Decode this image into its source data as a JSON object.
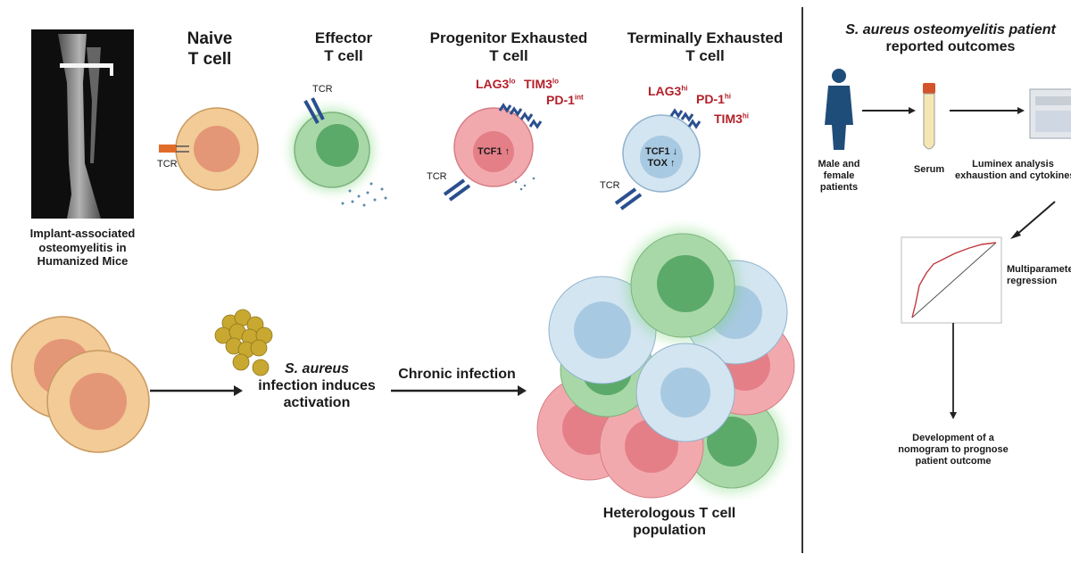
{
  "left": {
    "xray_caption_lines": [
      "Implant-associated",
      "osteomyelitis in",
      "Humanized Mice"
    ],
    "cells": [
      {
        "title_lines": [
          "Naive",
          "T cell"
        ],
        "tcr": "TCR"
      },
      {
        "title_lines": [
          "Effector",
          "T cell"
        ],
        "tcr": "TCR"
      },
      {
        "title_lines": [
          "Progenitor Exhausted",
          "T cell"
        ],
        "tcr": "TCR",
        "markers": [
          "LAG3",
          "TIM3",
          "PD-1"
        ],
        "marker_sups": [
          "lo",
          "lo",
          "int"
        ],
        "nucleus_lines": [
          "TCF1 ↑"
        ]
      },
      {
        "title_lines": [
          "Terminally Exhausted",
          "T cell"
        ],
        "tcr": "TCR",
        "markers": [
          "LAG3",
          "PD-1",
          "TIM3"
        ],
        "marker_sups": [
          "hi",
          "hi",
          "hi"
        ],
        "nucleus_lines": [
          "TCF1 ↓",
          "TOX ↑"
        ]
      }
    ],
    "step1_lines": [
      "S. aureus",
      "infection induces",
      "activation"
    ],
    "step2": "Chronic infection",
    "population_lines": [
      "Heterologous T cell",
      "population"
    ]
  },
  "right": {
    "title_lines": [
      "S. aureus osteomyelitis patient",
      "reported outcomes"
    ],
    "patients_lines": [
      "Male and",
      "female patients"
    ],
    "serum": "Serum",
    "luminex_lines": [
      "Luminex analysis",
      "exhaustion and cytokines"
    ],
    "regression_lines": [
      "Multiparameter",
      "regression"
    ],
    "nomogram_lines": [
      "Development of a",
      "nomogram to prognose",
      "patient outcome"
    ]
  },
  "colors": {
    "naive_outer": "#f2cb97",
    "naive_nucleus": "#e49777",
    "effector_outer": "#a9d8a8",
    "effector_nucleus": "#5caa6a",
    "progenitor_outer": "#f2a9ae",
    "progenitor_nucleus": "#e57f87",
    "terminal_outer": "#d3e5f1",
    "terminal_nucleus": "#a8c9e2",
    "marker_red": "#b3202a",
    "receptor_blue": "#2a4f8f",
    "bacteria": "#c8a830"
  }
}
